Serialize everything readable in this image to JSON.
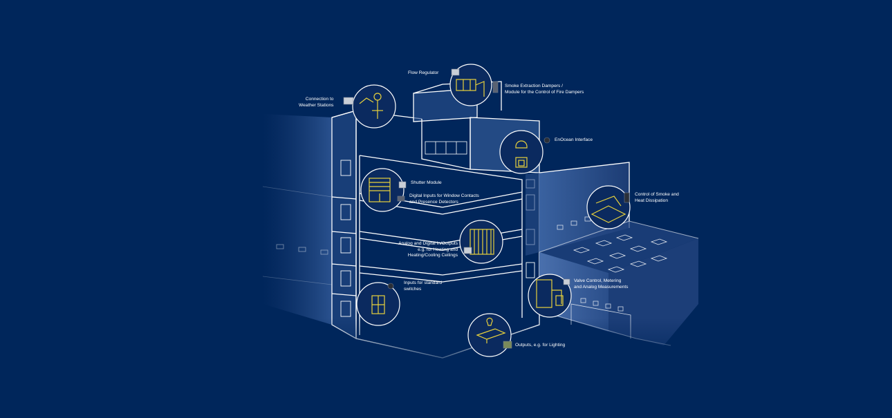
{
  "labels": {
    "flow_regulator": [
      "Flow Regulator"
    ],
    "smoke_extraction": [
      "Smoke Extraction Dampers /",
      "Module for the Control of Fire Dampers"
    ],
    "weather_stations": [
      "Connection to",
      "Weather Stations"
    ],
    "enocean": [
      "EnOcean Interface"
    ],
    "shutter_module": [
      "Shutter Module"
    ],
    "window_contacts": [
      "Digital Inputs for Window Contacts",
      "and Presence Detectors"
    ],
    "smoke_heat": [
      "Control of Smoke and",
      "Heat Dissipation"
    ],
    "analog_digital": [
      "Analog and Digital In/Outputs",
      "e.g. for Heating and",
      "Heating/Cooling Ceilings"
    ],
    "standard_switches": [
      "Inputs for standard",
      "switches"
    ],
    "valve_control": [
      "Valve Control, Metering",
      "and Analog Measurements"
    ],
    "lighting": [
      "Outputs, e.g. for Lighting"
    ]
  },
  "colors": {
    "background": "#00265b",
    "line": "#ffffff",
    "accent": "#e9d23c",
    "device": "#c9ced6"
  }
}
